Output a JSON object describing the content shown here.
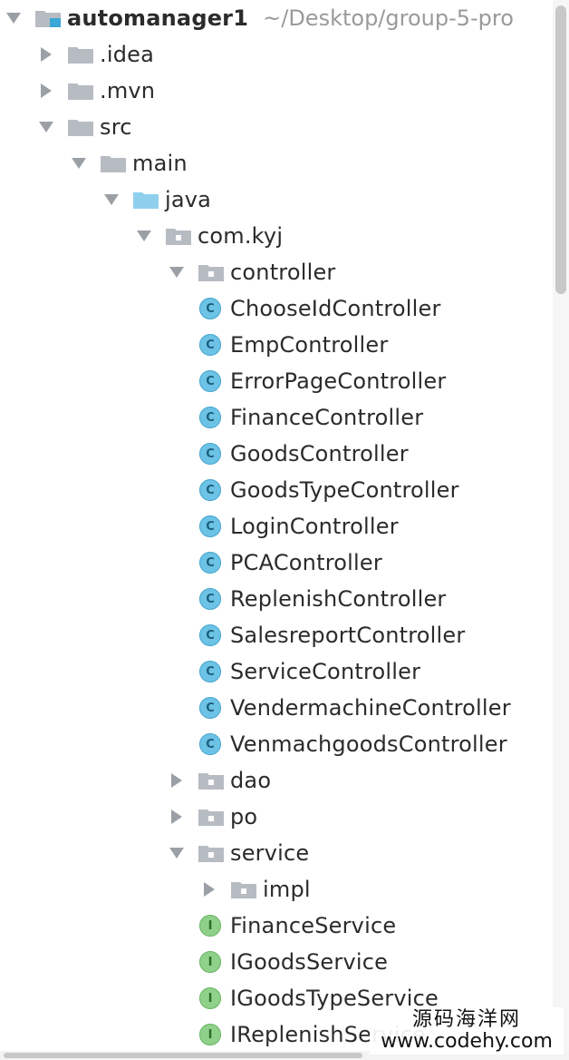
{
  "project": {
    "name": "automanager1",
    "path": "~/Desktop/group-5-pro"
  },
  "tree": [
    {
      "label": "automanager1",
      "depth": 0,
      "arrow": "down",
      "icon": "module-folder-icon",
      "bold": true
    },
    {
      "label": ".idea",
      "depth": 1,
      "arrow": "right",
      "icon": "folder-icon"
    },
    {
      "label": ".mvn",
      "depth": 1,
      "arrow": "right",
      "icon": "folder-icon"
    },
    {
      "label": "src",
      "depth": 1,
      "arrow": "down",
      "icon": "folder-icon"
    },
    {
      "label": "main",
      "depth": 2,
      "arrow": "down",
      "icon": "folder-icon"
    },
    {
      "label": "java",
      "depth": 3,
      "arrow": "down",
      "icon": "source-folder-icon"
    },
    {
      "label": "com.kyj",
      "depth": 4,
      "arrow": "down",
      "icon": "package-icon"
    },
    {
      "label": "controller",
      "depth": 5,
      "arrow": "down",
      "icon": "package-icon"
    },
    {
      "label": "ChooseIdController",
      "depth": 6,
      "arrow": "none",
      "icon": "class-icon"
    },
    {
      "label": "EmpController",
      "depth": 6,
      "arrow": "none",
      "icon": "class-icon"
    },
    {
      "label": "ErrorPageController",
      "depth": 6,
      "arrow": "none",
      "icon": "class-icon"
    },
    {
      "label": "FinanceController",
      "depth": 6,
      "arrow": "none",
      "icon": "class-icon"
    },
    {
      "label": "GoodsController",
      "depth": 6,
      "arrow": "none",
      "icon": "class-icon"
    },
    {
      "label": "GoodsTypeController",
      "depth": 6,
      "arrow": "none",
      "icon": "class-icon"
    },
    {
      "label": "LoginController",
      "depth": 6,
      "arrow": "none",
      "icon": "class-icon"
    },
    {
      "label": "PCAController",
      "depth": 6,
      "arrow": "none",
      "icon": "class-icon"
    },
    {
      "label": "ReplenishController",
      "depth": 6,
      "arrow": "none",
      "icon": "class-icon"
    },
    {
      "label": "SalesreportController",
      "depth": 6,
      "arrow": "none",
      "icon": "class-icon"
    },
    {
      "label": "ServiceController",
      "depth": 6,
      "arrow": "none",
      "icon": "class-icon"
    },
    {
      "label": "VendermachineController",
      "depth": 6,
      "arrow": "none",
      "icon": "class-icon"
    },
    {
      "label": "VenmachgoodsController",
      "depth": 6,
      "arrow": "none",
      "icon": "class-icon"
    },
    {
      "label": "dao",
      "depth": 5,
      "arrow": "right",
      "icon": "package-icon"
    },
    {
      "label": "po",
      "depth": 5,
      "arrow": "right",
      "icon": "package-icon"
    },
    {
      "label": "service",
      "depth": 5,
      "arrow": "down",
      "icon": "package-icon"
    },
    {
      "label": "impl",
      "depth": 6,
      "arrow": "right",
      "icon": "package-icon"
    },
    {
      "label": "FinanceService",
      "depth": 6,
      "arrow": "none",
      "icon": "interface-icon"
    },
    {
      "label": "IGoodsService",
      "depth": 6,
      "arrow": "none",
      "icon": "interface-icon"
    },
    {
      "label": "IGoodsTypeService",
      "depth": 6,
      "arrow": "none",
      "icon": "interface-icon"
    },
    {
      "label": "IReplenishService",
      "depth": 6,
      "arrow": "none",
      "icon": "interface-icon"
    }
  ],
  "glyphs": {
    "class": "C",
    "interface": "I"
  },
  "watermark": {
    "top": "源码海洋网",
    "bottom": "www.codehy.com"
  },
  "colors": {
    "folder": "#b7bcc2",
    "source_folder": "#8fd0ee",
    "module_badge": "#3aa7d6",
    "class_fill": "#6cc3e6",
    "interface_fill": "#8fd08a",
    "arrow": "#9aa0a6"
  }
}
